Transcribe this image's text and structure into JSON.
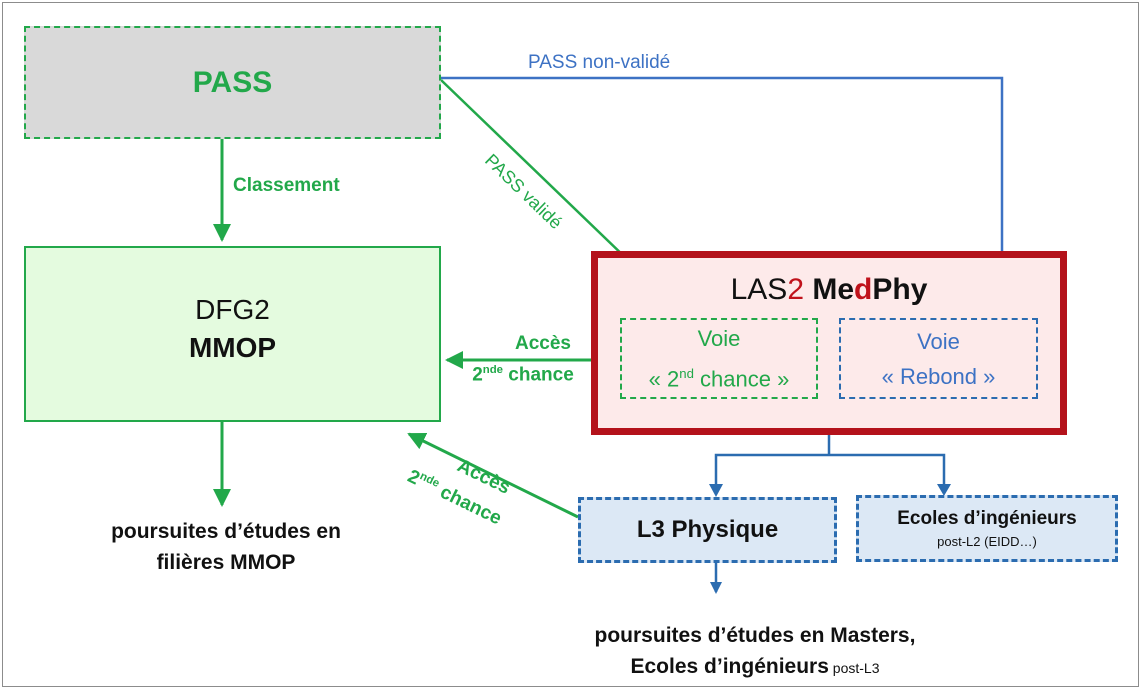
{
  "pass": {
    "label": "PASS"
  },
  "arrows": {
    "classement": "Classement",
    "pass_non_valide": "PASS non-validé",
    "pass_valide": "PASS validé",
    "acces1": {
      "line1": "Accès",
      "sup": "nde",
      "pre": "2",
      "post": " chance"
    },
    "acces2": {
      "line1": "Accès",
      "sup": "nde",
      "pre": "2",
      "post": " chance"
    }
  },
  "dfg2": {
    "line1": "DFG2",
    "line2": "MMOP"
  },
  "las2": {
    "prefix": "LAS",
    "num": "2",
    "m1": "Me",
    "d": "d",
    "m2": "Phy"
  },
  "voie_2nde": {
    "line1": "Voie",
    "open": "« 2",
    "sup": "nd",
    "close": " chance »"
  },
  "voie_rebond": {
    "line1": "Voie",
    "line2": "« Rebond »"
  },
  "l3": {
    "label": "L3 Physique"
  },
  "ecoles": {
    "line1": "Ecoles d’ingénieurs",
    "line2": "post-L2 (EIDD…)"
  },
  "mmop_out": {
    "line1": "poursuites d’études en",
    "line2": "filières MMOP"
  },
  "l3_out": {
    "line1": "poursuites d’études en Masters,",
    "line2": "Ecoles d’ingénieurs",
    "small": " post-L3"
  },
  "colors": {
    "green": "#22a84a",
    "blue": "#3d72c4",
    "red": "#b4121b"
  }
}
